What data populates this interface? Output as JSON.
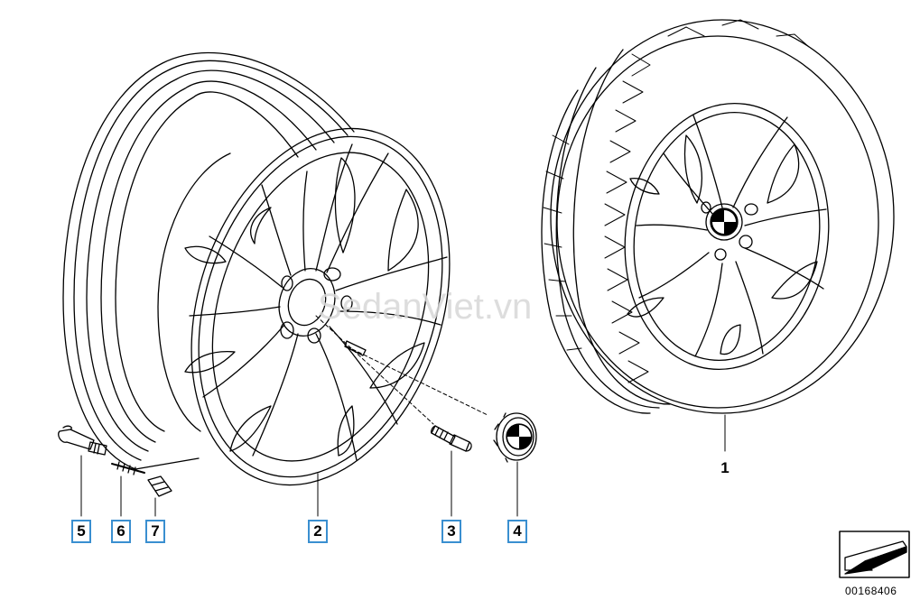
{
  "callouts": {
    "c1": "1",
    "c2": "2",
    "c3": "3",
    "c4": "4",
    "c5": "5",
    "c6": "6",
    "c7": "7"
  },
  "watermark": "SedanViet.vn",
  "diagram_id": "00168406",
  "colors": {
    "line": "#000000",
    "callout_border": "#3a8fd0",
    "watermark": "#d8d8d8"
  }
}
